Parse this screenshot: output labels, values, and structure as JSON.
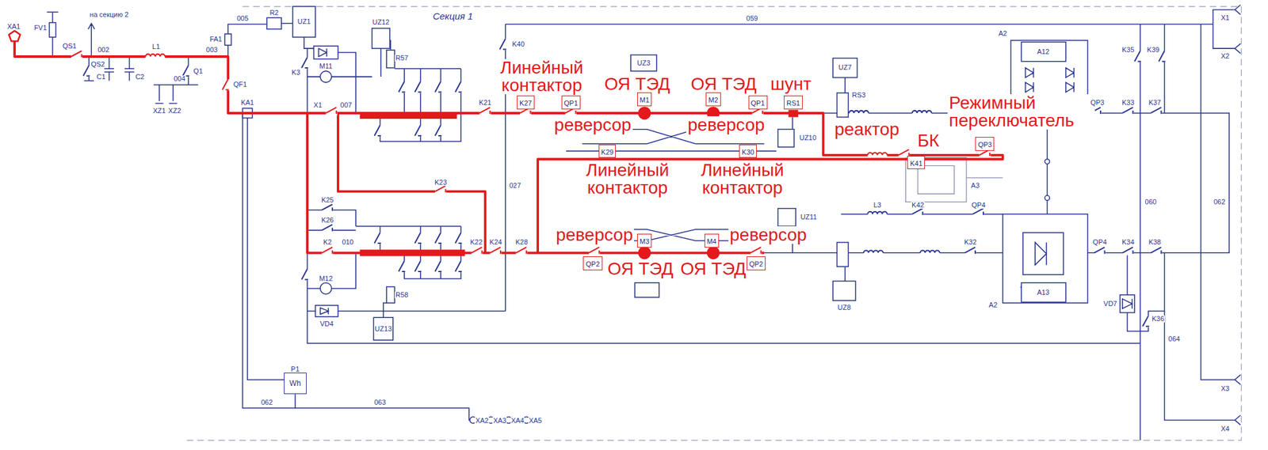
{
  "diagram": {
    "nodes": [
      {
        "text": [
          "K27"
        ]
      },
      {
        "text": [
          "QP1"
        ]
      },
      {
        "text": [
          "M1"
        ]
      },
      {
        "text": [
          "M2"
        ]
      },
      {
        "text": [
          "QP1"
        ]
      },
      {
        "text": [
          "RS1"
        ]
      },
      {
        "text": [
          "K29"
        ]
      },
      {
        "text": [
          "K30"
        ]
      },
      {
        "text": [
          "K41"
        ]
      },
      {
        "text": [
          "QP3"
        ]
      },
      {
        "text": [
          "QP2"
        ]
      },
      {
        "text": [
          "M3"
        ]
      },
      {
        "text": [
          "M4"
        ]
      },
      {
        "text": [
          "QP2"
        ]
      },
      {
        "text": [
          "P1",
          "Wh"
        ]
      }
    ],
    "labels": [
      "Секция 1",
      "Линейный контактор",
      "ОЯ ТЭД",
      "ОЯ ТЭД",
      "шунт",
      "реверсор",
      "реверсор",
      "реактор",
      "Режимный переключатель",
      "БК",
      "Линейный контактор",
      "Линейный контактор",
      "реверсор",
      "реверсор",
      "ОЯ ТЭД",
      "ОЯ ТЭД",
      "на секцию 2",
      "XA1",
      "FV1",
      "QS1",
      "QS2",
      "002",
      "C1",
      "C2",
      "L1",
      "003",
      "Q1",
      "004",
      "XZ1",
      "XZ2",
      "005",
      "R2",
      "UZ1",
      "FA1",
      "QF1",
      "KA1",
      "K3",
      "M11",
      "UZ12",
      "R57",
      "K40",
      "059",
      "X1",
      "007",
      "K21",
      "K23",
      "K25",
      "K26",
      "K2",
      "010",
      "K22",
      "K24",
      "K28",
      "027",
      "M12",
      "VD4",
      "R58",
      "UZ13",
      "062",
      "063",
      "XA2",
      "XA3",
      "XA4",
      "XA5",
      "UZ3",
      "UZ10",
      "UZ11",
      "UZ7",
      "RS3",
      "A12",
      "A2",
      "A13",
      "A2",
      "QP3",
      "K33",
      "K37",
      "K35",
      "K39",
      "X1",
      "X2",
      "X3",
      "X4",
      "060",
      "062",
      "064",
      "VD7",
      "K36",
      "QP4",
      "QP4",
      "K32",
      "K34",
      "K38",
      "L3",
      "K42",
      "A3",
      "UZ8"
    ]
  }
}
